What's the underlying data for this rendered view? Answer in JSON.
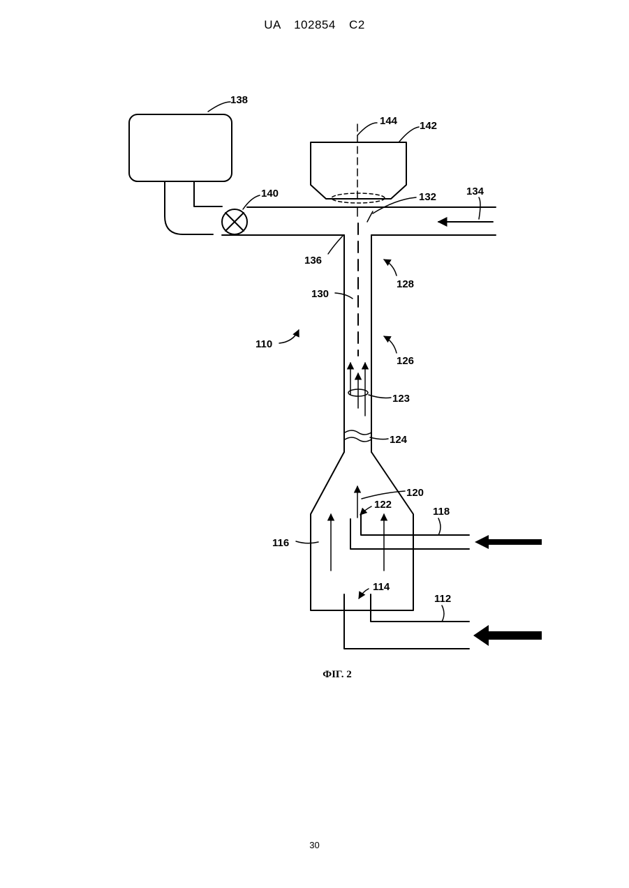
{
  "header": {
    "patent_number": "UA 102854 C2"
  },
  "figure": {
    "caption": "ФІГ. 2",
    "labels": {
      "l110": "110",
      "l112": "112",
      "l114": "114",
      "l116": "116",
      "l118": "118",
      "l120": "120",
      "l122": "122",
      "l123": "123",
      "l124": "124",
      "l126": "126",
      "l128": "128",
      "l130": "130",
      "l132": "132",
      "l134": "134",
      "l136": "136",
      "l138": "138",
      "l140": "140",
      "l142": "142",
      "l144": "144"
    }
  },
  "footer": {
    "page_number": "30"
  }
}
